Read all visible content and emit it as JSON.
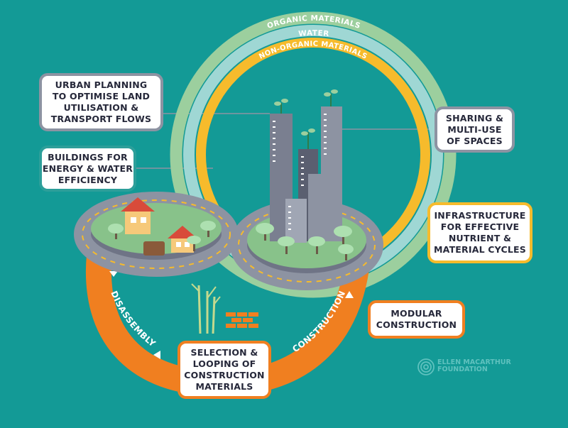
{
  "diagram": {
    "rings": {
      "organic": "ORGANIC MATERIALS",
      "water": "WATER",
      "non_organic": "NON-ORGANIC MATERIALS"
    },
    "loop": {
      "disassembly": "DISASSEMBLY",
      "construction": "CONSTRUCTION"
    },
    "boxes": {
      "urban_planning": "URBAN PLANNING\nTO OPTIMISE LAND\nUTILISATION &\nTRANSPORT FLOWS",
      "buildings": "BUILDINGS FOR\nENERGY & WATER\nEFFICIENCY",
      "sharing": "SHARING &\nMULTI-USE\nOF SPACES",
      "infrastructure": "INFRASTRUCTURE\nFOR EFFECTIVE\nNUTRIENT &\nMATERIAL CYCLES",
      "modular": "MODULAR\nCONSTRUCTION",
      "selection": "SELECTION &\nLOOPING OF\nCONSTRUCTION\nMATERIALS"
    },
    "logo": "ELLEN MACARTHUR\nFOUNDATION"
  },
  "colors": {
    "background": "#139a96",
    "organic_ring": "#9ccf9e",
    "water_ring": "#9fd7d4",
    "non_organic_ring": "#f6bb2c",
    "loop": "#f07f20",
    "road": "#8d93a2",
    "text": "#26283a"
  }
}
